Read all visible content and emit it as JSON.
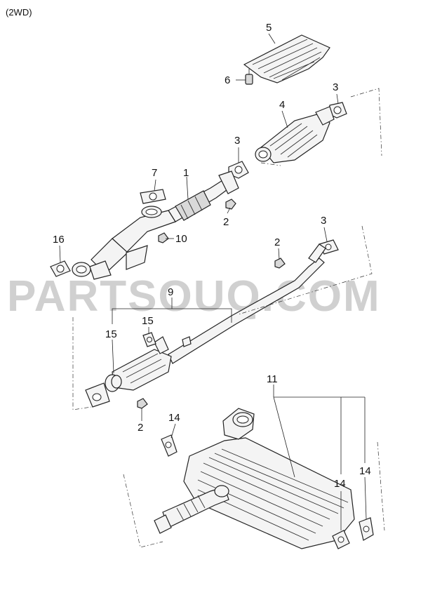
{
  "header": {
    "variant_label": "(2WD)"
  },
  "watermark": {
    "text": "PARTSOUQ.COM"
  },
  "callouts": [
    {
      "id": "5",
      "text": "5"
    },
    {
      "id": "6",
      "text": "6"
    },
    {
      "id": "3a",
      "text": "3"
    },
    {
      "id": "4",
      "text": "4"
    },
    {
      "id": "3b",
      "text": "3"
    },
    {
      "id": "7",
      "text": "7"
    },
    {
      "id": "1",
      "text": "1"
    },
    {
      "id": "2a",
      "text": "2"
    },
    {
      "id": "16",
      "text": "16"
    },
    {
      "id": "10",
      "text": "10"
    },
    {
      "id": "3c",
      "text": "3"
    },
    {
      "id": "2b",
      "text": "2"
    },
    {
      "id": "9",
      "text": "9"
    },
    {
      "id": "15a",
      "text": "15"
    },
    {
      "id": "15b",
      "text": "15"
    },
    {
      "id": "2c",
      "text": "2"
    },
    {
      "id": "11",
      "text": "11"
    },
    {
      "id": "14a",
      "text": "14"
    },
    {
      "id": "14b",
      "text": "14"
    },
    {
      "id": "14c",
      "text": "14"
    }
  ]
}
